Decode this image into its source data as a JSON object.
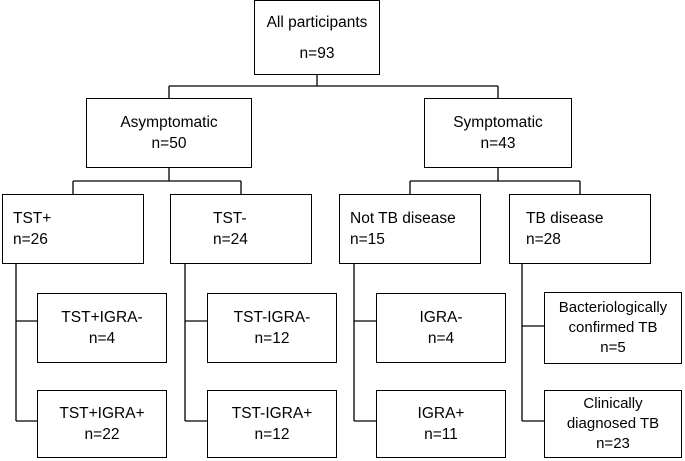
{
  "root": {
    "title": "All participants",
    "count": "n=93"
  },
  "asymptomatic": {
    "title": "Asymptomatic",
    "count": "n=50"
  },
  "symptomatic": {
    "title": "Symptomatic",
    "count": "n=43"
  },
  "tst_pos": {
    "title": "TST+",
    "count": "n=26"
  },
  "tst_neg": {
    "title": "TST-",
    "count": "n=24"
  },
  "not_tb": {
    "title": "Not TB disease",
    "count": "n=15"
  },
  "tb_disease": {
    "title": "TB disease",
    "count": "n=28"
  },
  "tst_pos_igra_neg": {
    "title": "TST+IGRA-",
    "count": "n=4"
  },
  "tst_pos_igra_pos": {
    "title": "TST+IGRA+",
    "count": "n=22"
  },
  "tst_neg_igra_neg": {
    "title": "TST-IGRA-",
    "count": "n=12"
  },
  "tst_neg_igra_pos": {
    "title": "TST-IGRA+",
    "count": "n=12"
  },
  "igra_neg": {
    "title": "IGRA-",
    "count": "n=4"
  },
  "igra_pos": {
    "title": "IGRA+",
    "count": "n=11"
  },
  "bact_confirmed": {
    "line1": "Bacteriologically",
    "line2": "confirmed TB",
    "count": "n=5"
  },
  "clin_diagnosed": {
    "line1": "Clinically",
    "line2": "diagnosed TB",
    "count": "n=23"
  }
}
